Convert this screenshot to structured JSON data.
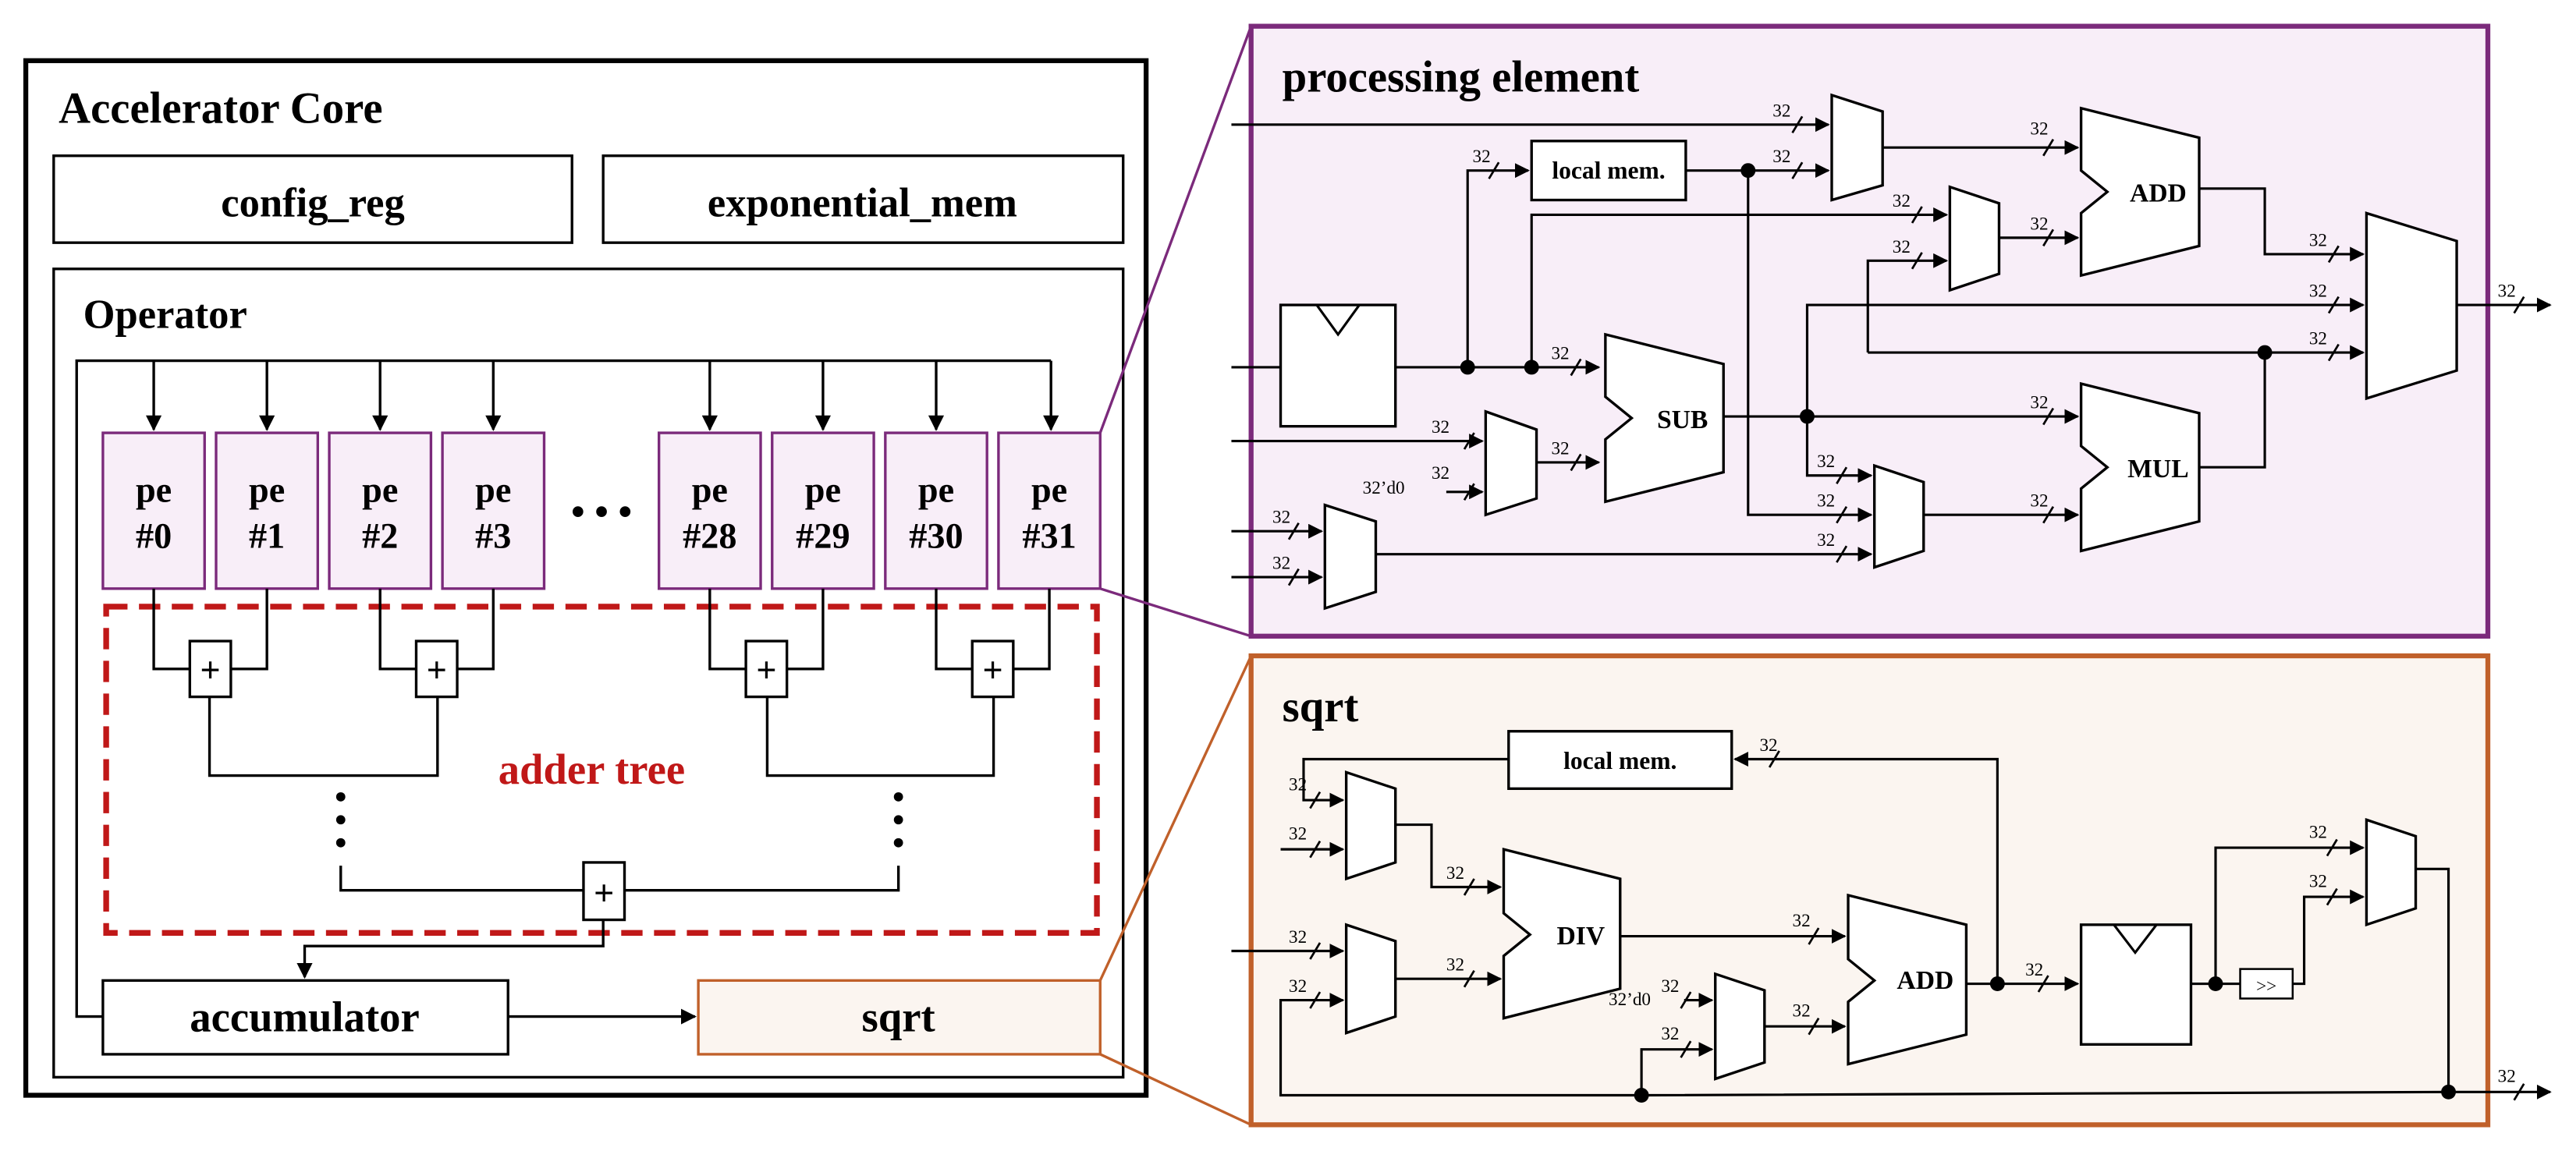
{
  "core": {
    "title": "Accelerator Core",
    "config_reg": "config_reg",
    "exponential_mem": "exponential_mem",
    "operator_title": "Operator",
    "pe_label": "pe",
    "pe_numbers": [
      "#0",
      "#1",
      "#2",
      "#3",
      "#28",
      "#29",
      "#30",
      "#31"
    ],
    "ellipsis": "• • •",
    "adder_tree": "adder tree",
    "plus": "+",
    "accumulator": "accumulator",
    "sqrt": "sqrt"
  },
  "pe_detail": {
    "title": "processing element",
    "local_mem": "local mem.",
    "add": "ADD",
    "sub": "SUB",
    "mul": "MUL",
    "width": "32",
    "zero": "32’d0"
  },
  "sqrt_detail": {
    "title": "sqrt",
    "local_mem": "local mem.",
    "div": "DIV",
    "add": "ADD",
    "shift": ">>",
    "width": "32",
    "zero": "32’d0"
  },
  "colors": {
    "pe_fill": "#f8eef8",
    "pe_border": "#7b2a7b",
    "adder_tree": "#c01818",
    "sqrt_fill": "#fbf5f0",
    "sqrt_border": "#c0602a"
  }
}
